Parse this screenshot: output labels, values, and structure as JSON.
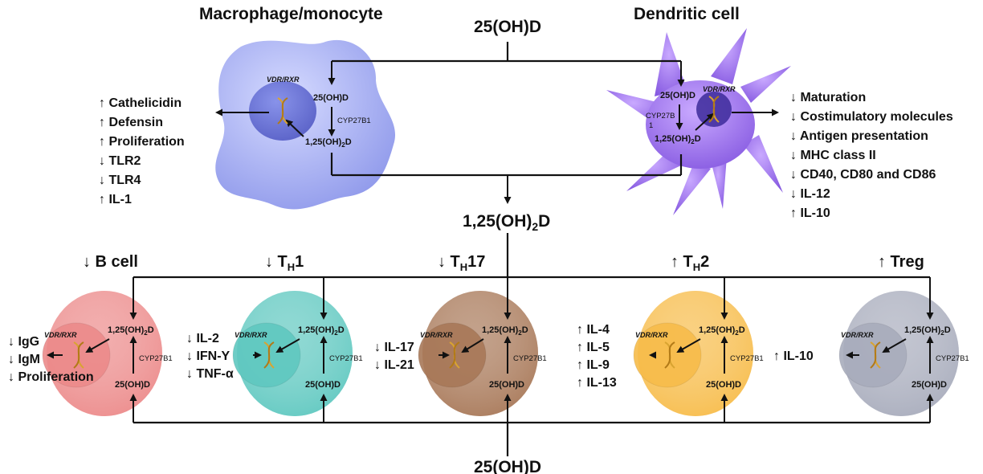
{
  "header": {
    "macrophage_title": "Macrophage/monocyte",
    "dendritic_title": "Dendritic cell",
    "top_source": "25(OH)D",
    "bottom_source": "25(OH)D"
  },
  "central": {
    "active_base": "1,25(OH)",
    "active_sub": "2",
    "active_tail": "D"
  },
  "inner_labels": {
    "vdr": "VDR/RXR",
    "pre": "25(OH)D",
    "enzyme": "CYP27B1",
    "active_base": "1,25(OH)",
    "active_sub": "2",
    "active_tail": "D"
  },
  "dc_enzyme": {
    "line1": "CYP27B",
    "line2": "1"
  },
  "macrophage_effects": [
    {
      "arrow": "↑",
      "text": "Cathelicidin"
    },
    {
      "arrow": "↑",
      "text": "Defensin"
    },
    {
      "arrow": "↑",
      "text": "Proliferation"
    },
    {
      "arrow": "↓",
      "text": "TLR2"
    },
    {
      "arrow": "↓",
      "text": "TLR4"
    },
    {
      "arrow": "↑",
      "text": "IL-1"
    }
  ],
  "dendritic_effects": [
    {
      "arrow": "↓",
      "text": "Maturation"
    },
    {
      "arrow": "↓",
      "text": "Costimulatory molecules"
    },
    {
      "arrow": "↓",
      "text": "Antigen presentation"
    },
    {
      "arrow": "↓",
      "text": "MHC class II"
    },
    {
      "arrow": "↓",
      "text": "CD40, CD80 and CD86"
    },
    {
      "arrow": "↓",
      "text": "IL-12"
    },
    {
      "arrow": "↑",
      "text": "IL-10"
    }
  ],
  "t_cells": [
    {
      "arrow": "↓",
      "name": "B cell",
      "sub": "",
      "suffix": "",
      "color": "#ec8a8a",
      "effects": [
        {
          "arrow": "↓",
          "text": "IgG"
        },
        {
          "arrow": "↓",
          "text": "IgM"
        },
        {
          "arrow": "↓",
          "text": "Proliferation"
        }
      ]
    },
    {
      "arrow": "↓",
      "name": "T",
      "sub": "H",
      "suffix": "1",
      "color": "#5fc8c0",
      "effects": [
        {
          "arrow": "↓",
          "text": "IL-2"
        },
        {
          "arrow": "↓",
          "text": "IFN-Y"
        },
        {
          "arrow": "↓",
          "text": "TNF-α"
        }
      ]
    },
    {
      "arrow": "↓",
      "name": "T",
      "sub": "H",
      "suffix": "17",
      "color": "#a87858",
      "effects": [
        {
          "arrow": "↓",
          "text": "IL-17"
        },
        {
          "arrow": "↓",
          "text": "IL-21"
        }
      ]
    },
    {
      "arrow": "↑",
      "name": "T",
      "sub": "H",
      "suffix": "2",
      "color": "#f7bc4a",
      "effects": [
        {
          "arrow": "↑",
          "text": "IL-4"
        },
        {
          "arrow": "↑",
          "text": "IL-5"
        },
        {
          "arrow": "↑",
          "text": "IL-9"
        },
        {
          "arrow": "↑",
          "text": "IL-13"
        }
      ]
    },
    {
      "arrow": "↑",
      "name": "Treg",
      "sub": "",
      "suffix": "",
      "color": "#a8acbc",
      "effects": [
        {
          "arrow": "↑",
          "text": "IL-10"
        }
      ]
    }
  ]
}
